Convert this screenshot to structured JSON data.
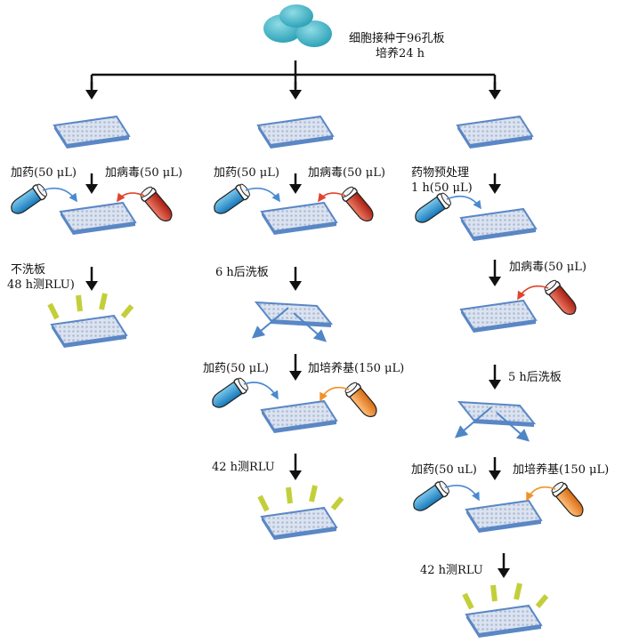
{
  "top": {
    "line1": "细胞接种于96孔板",
    "line2": "培养24 h"
  },
  "col1": {
    "add_drug": "加药(50 μL)",
    "add_virus": "加病毒(50 μL)",
    "no_wash": "不洗板",
    "measure": "48 h测RLU)"
  },
  "col2": {
    "add_drug": "加药(50 μL)",
    "add_virus": "加病毒(50 μL)",
    "wash": "6 h后洗板",
    "add_drug_2": "加药(50 μL)",
    "add_medium": "加培养基(150 μL)",
    "measure": "42 h测RLU"
  },
  "col3": {
    "pretreat_1": "药物预处理",
    "pretreat_2": "1 h(50 μL)",
    "add_virus": "加病毒(50 μL)",
    "wash": "5 h后洗板",
    "add_drug": "加药(50 uL)",
    "add_medium": "加培养基(150 μL)",
    "measure": "42 h测RLU"
  },
  "colors": {
    "cell": "#4bb8c9",
    "plate_top": "#c9d7ea",
    "plate_edge": "#5a87c5",
    "tube_blue": "#1f8fd0",
    "tube_red": "#c7301f",
    "tube_orange": "#ef8a22",
    "glow": "#c3cf3a",
    "arrow": "#111111"
  }
}
